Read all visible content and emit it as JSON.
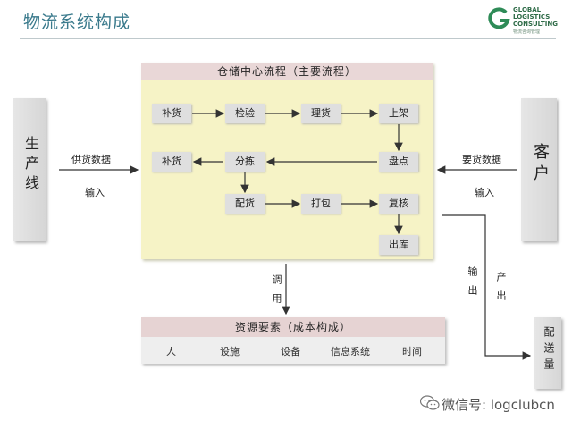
{
  "title": "物流系统构成",
  "logo": {
    "line1": "GLOBAL",
    "line2": "LOGISTICS",
    "line3": "CONSULTING",
    "sub": "物流咨询管理"
  },
  "left_box": "生产线",
  "right_box": "客户",
  "supply": {
    "top": "供货数据",
    "bottom": "输入"
  },
  "demand": {
    "top": "要货数据",
    "bottom": "输入"
  },
  "process": {
    "title": "仓储中心流程（主要流程）",
    "nodes": {
      "replenish1": "补货",
      "inspect": "检验",
      "sort": "理货",
      "shelve": "上架",
      "replenish2": "补货",
      "pick": "分拣",
      "count": "盘点",
      "allocate": "配货",
      "pack": "打包",
      "recheck": "复核",
      "outbound": "出库"
    }
  },
  "call_label": "调用",
  "resources": {
    "title": "资源要素（成本构成）",
    "items": [
      "人",
      "设施",
      "设备",
      "信息系统",
      "时间"
    ]
  },
  "output": {
    "out": "输出",
    "produce": "产出"
  },
  "delivery_box": "配送量",
  "watermark": "微信号: logclubcn"
}
